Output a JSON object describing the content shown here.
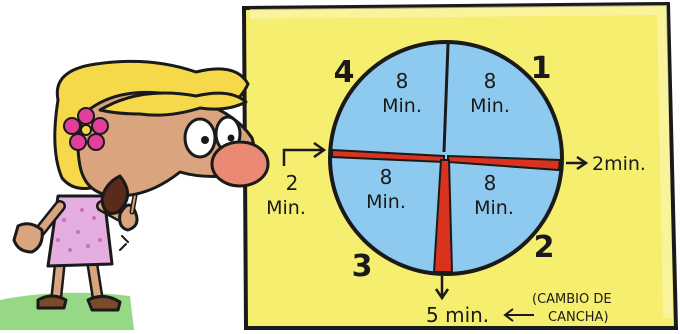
{
  "diagram": {
    "quarters": [
      {
        "number": "4",
        "minutes": "8",
        "unit": "Min."
      },
      {
        "number": "1",
        "minutes": "8",
        "unit": "Min."
      },
      {
        "number": "3",
        "minutes": "8",
        "unit": "Min."
      },
      {
        "number": "2",
        "minutes": "8",
        "unit": "Min."
      }
    ],
    "break_left": {
      "minutes": "2",
      "unit": "Min."
    },
    "break_right": "2min.",
    "halftime": "5 min.",
    "halftime_note_line1": "(CAMBIO DE",
    "halftime_note_line2": "CANCHA)"
  },
  "colors": {
    "board": "#f6ee6e",
    "board_edge": "#e9dc43",
    "circle_fill": "#8ec9ef",
    "breaks": "#d9331f",
    "outline": "#1a1a1a",
    "skin": "#d9a47e",
    "hair": "#f5d94a",
    "dress": "#e4aee0",
    "flower": "#e23e9a",
    "grass": "#8cd47a"
  }
}
